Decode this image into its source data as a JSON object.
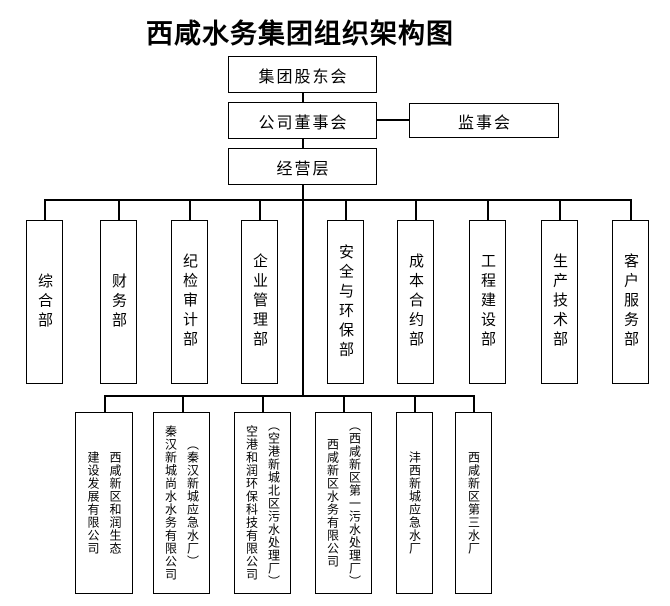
{
  "title": "西咸水务集团组织架构图",
  "nodes": {
    "shareholders": "集团股东会",
    "board": "公司董事会",
    "supervisors": "监事会",
    "management": "经营层"
  },
  "departments": [
    "综合部",
    "财务部",
    "纪检审计部",
    "企业管理部",
    "安全与环保部",
    "成本合约部",
    "工程建设部",
    "生产技术部",
    "客户服务部"
  ],
  "subsidiaries": [
    {
      "columns": [
        "建设发展有限公司",
        "西咸新区和润生态"
      ]
    },
    {
      "columns": [
        "秦汉新城尚水水务有限公司",
        "（秦汉新城应急水厂）"
      ]
    },
    {
      "columns": [
        "空港和润环保科技有限公司",
        "（空港新城北区污水处理厂）"
      ]
    },
    {
      "columns": [
        "西咸新区水务有限公司",
        "（西咸新区第一污水处理厂）"
      ]
    },
    {
      "columns": [
        "沣西新城应急水厂"
      ]
    },
    {
      "columns": [
        "西咸新区第三水厂"
      ]
    }
  ],
  "colors": {
    "line": "#000000",
    "text": "#000000",
    "background": "#ffffff"
  }
}
